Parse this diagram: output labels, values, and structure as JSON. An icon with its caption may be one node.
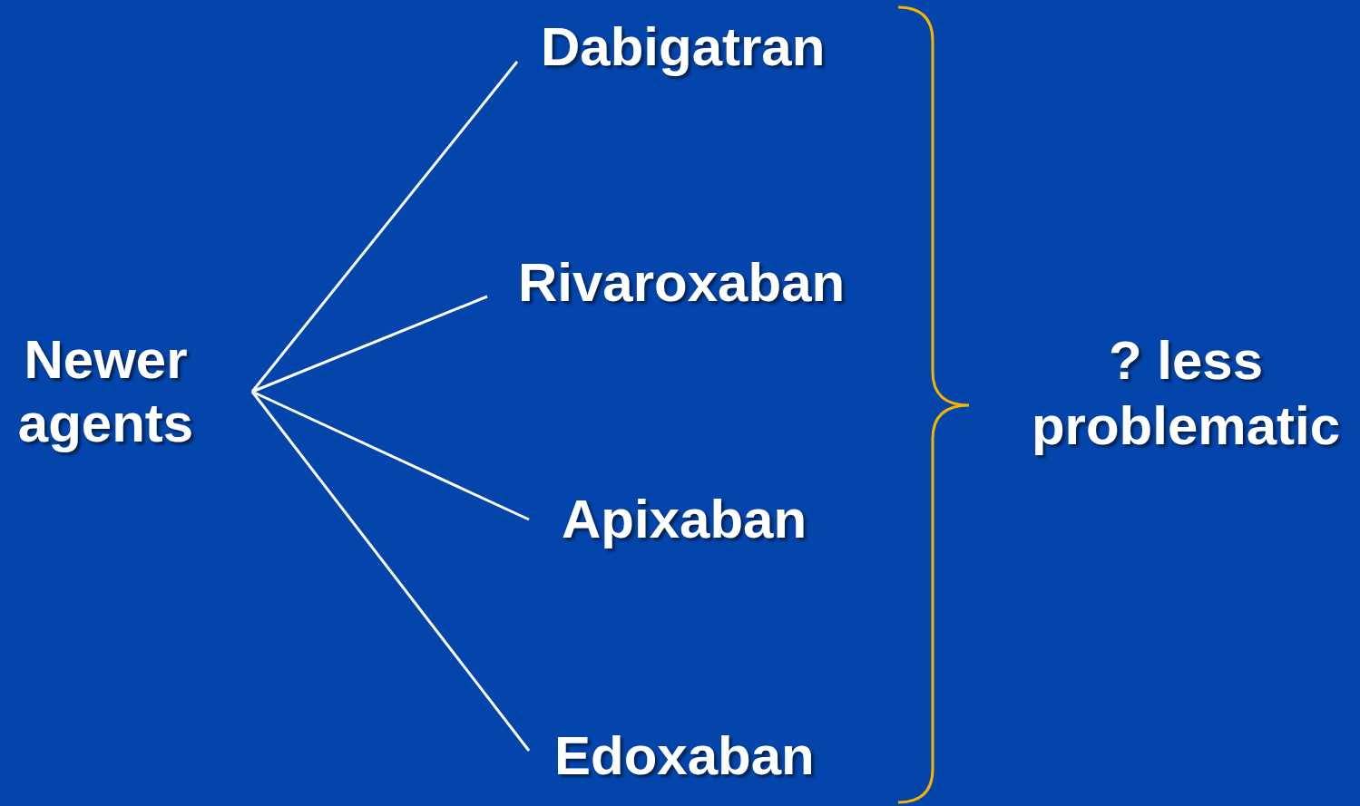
{
  "diagram": {
    "nodes": [
      {
        "text": [
          "Newer agents"
        ]
      },
      {
        "text": [
          "Dabigatran"
        ]
      },
      {
        "text": [
          "Rivaroxaban"
        ]
      },
      {
        "text": [
          "Apixaban"
        ]
      },
      {
        "text": [
          "Edoxaban"
        ]
      }
    ],
    "edges": [
      {
        "from": 0,
        "to": 1,
        "arrow": "none"
      },
      {
        "from": 0,
        "to": 2,
        "arrow": "none"
      },
      {
        "from": 0,
        "to": 3,
        "arrow": "none"
      },
      {
        "from": 0,
        "to": 4,
        "arrow": "none"
      }
    ],
    "labels": [
      "? less problematic"
    ]
  }
}
